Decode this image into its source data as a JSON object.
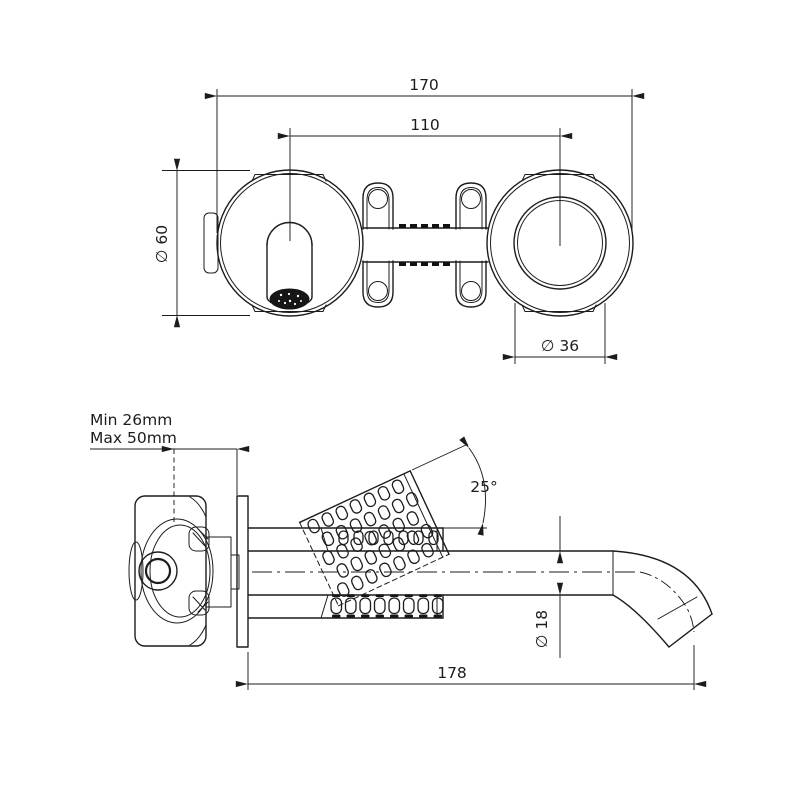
{
  "meta": {
    "background": "#ffffff",
    "line_color": "#1c1c1c",
    "drawing_type": "wall-mounted basin mixer tap - installation dimension drawing"
  },
  "front_view": {
    "name": "front view (trim with spout flange, mounting bracket, handle flange)",
    "dims": {
      "overall_width": "170",
      "centers_spacing": "110",
      "spout_flange_dia": "∅ 60",
      "handle_dia": "∅ 36"
    }
  },
  "side_view": {
    "name": "side view (in-wall valve body, wall plate, spout and knurled handle)",
    "dims": {
      "wall_depth_min": "Min 26mm",
      "wall_depth_max": "Max 50mm",
      "handle_angle": "25°",
      "spout_dia": "∅ 18",
      "spout_reach": "178"
    }
  }
}
